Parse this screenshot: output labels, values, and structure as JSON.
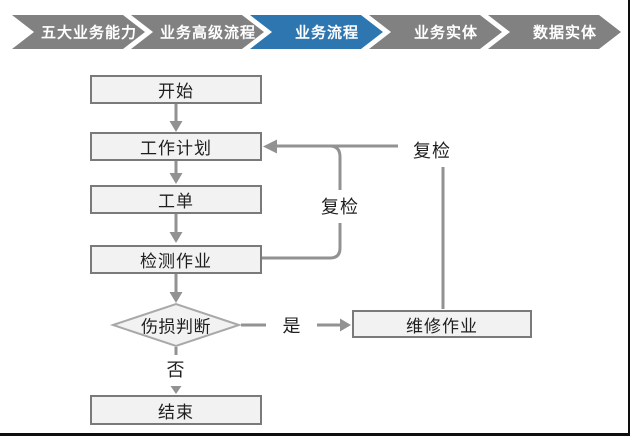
{
  "page": {
    "background": "#ffffff",
    "border_color": "#0d0d0d"
  },
  "breadcrumb": {
    "items": [
      {
        "label": "五大业务能力",
        "active": false
      },
      {
        "label": "业务高级流程",
        "active": false
      },
      {
        "label": "业务流程",
        "active": true
      },
      {
        "label": "业务实体",
        "active": false
      },
      {
        "label": "数据实体",
        "active": false
      }
    ],
    "colors": {
      "inactive": "#818181",
      "active": "#2e76b0",
      "text": "#ffffff"
    }
  },
  "flowchart": {
    "nodes": {
      "start": "开始",
      "work_plan": "工作计划",
      "work_order": "工单",
      "inspection_job": "检测作业",
      "damage_decision": "伤损判断",
      "repair_job": "维修作业",
      "end": "结束"
    },
    "edge_labels": {
      "yes": "是",
      "no": "否",
      "recheck_inner": "复检",
      "recheck_outer": "复检"
    },
    "colors": {
      "node_fill": "#f2f2f2",
      "node_border": "#7a7a7a",
      "diamond_border": "#a8a8a8",
      "connector": "#929292"
    }
  }
}
